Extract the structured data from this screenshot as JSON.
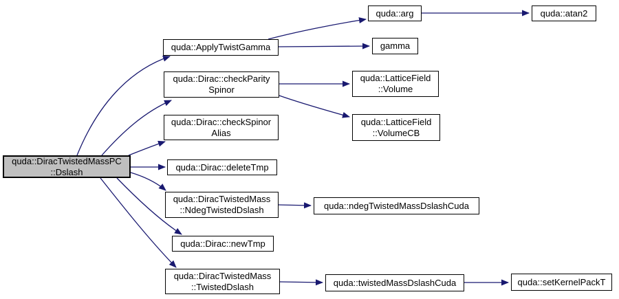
{
  "diagram": {
    "type": "call-graph",
    "root_function": "quda::DiracTwistedMassPC::Dslash"
  },
  "colors": {
    "edge": "#191970",
    "node_border": "#000000",
    "node_fill": "#ffffff",
    "root_fill": "#bfbfbf",
    "text": "#000000",
    "background": "#ffffff"
  },
  "nodes": {
    "main": {
      "line1": "quda::DiracTwistedMassPC",
      "line2": "::Dslash"
    },
    "applyTwistGamma": {
      "label": "quda::ApplyTwistGamma"
    },
    "checkParitySpinor": {
      "line1": "quda::Dirac::checkParity",
      "line2": "Spinor"
    },
    "checkSpinorAlias": {
      "line1": "quda::Dirac::checkSpinor",
      "line2": "Alias"
    },
    "deleteTmp": {
      "label": "quda::Dirac::deleteTmp"
    },
    "ndegTwistedDslash": {
      "line1": "quda::DiracTwistedMass",
      "line2": "::NdegTwistedDslash"
    },
    "newTmp": {
      "label": "quda::Dirac::newTmp"
    },
    "twistedDslash": {
      "line1": "quda::DiracTwistedMass",
      "line2": "::TwistedDslash"
    },
    "arg": {
      "label": "quda::arg"
    },
    "gamma": {
      "label": "gamma"
    },
    "volume": {
      "line1": "quda::LatticeField",
      "line2": "::Volume"
    },
    "volumeCB": {
      "line1": "quda::LatticeField",
      "line2": "::VolumeCB"
    },
    "ndegCuda": {
      "label": "quda::ndegTwistedMassDslashCuda"
    },
    "twistedCuda": {
      "label": "quda::twistedMassDslashCuda"
    },
    "atan2": {
      "label": "quda::atan2"
    },
    "setKernelPackT": {
      "label": "quda::setKernelPackT"
    }
  },
  "edges": [
    {
      "from": "quda::DiracTwistedMassPC::Dslash",
      "to": "quda::ApplyTwistGamma"
    },
    {
      "from": "quda::DiracTwistedMassPC::Dslash",
      "to": "quda::Dirac::checkParitySpinor"
    },
    {
      "from": "quda::DiracTwistedMassPC::Dslash",
      "to": "quda::Dirac::checkSpinorAlias"
    },
    {
      "from": "quda::DiracTwistedMassPC::Dslash",
      "to": "quda::Dirac::deleteTmp"
    },
    {
      "from": "quda::DiracTwistedMassPC::Dslash",
      "to": "quda::DiracTwistedMass::NdegTwistedDslash"
    },
    {
      "from": "quda::DiracTwistedMassPC::Dslash",
      "to": "quda::Dirac::newTmp"
    },
    {
      "from": "quda::DiracTwistedMassPC::Dslash",
      "to": "quda::DiracTwistedMass::TwistedDslash"
    },
    {
      "from": "quda::ApplyTwistGamma",
      "to": "quda::arg"
    },
    {
      "from": "quda::ApplyTwistGamma",
      "to": "gamma"
    },
    {
      "from": "quda::arg",
      "to": "quda::atan2"
    },
    {
      "from": "quda::Dirac::checkParitySpinor",
      "to": "quda::LatticeField::Volume"
    },
    {
      "from": "quda::Dirac::checkParitySpinor",
      "to": "quda::LatticeField::VolumeCB"
    },
    {
      "from": "quda::DiracTwistedMass::NdegTwistedDslash",
      "to": "quda::ndegTwistedMassDslashCuda"
    },
    {
      "from": "quda::DiracTwistedMass::TwistedDslash",
      "to": "quda::twistedMassDslashCuda"
    },
    {
      "from": "quda::twistedMassDslashCuda",
      "to": "quda::setKernelPackT"
    }
  ]
}
